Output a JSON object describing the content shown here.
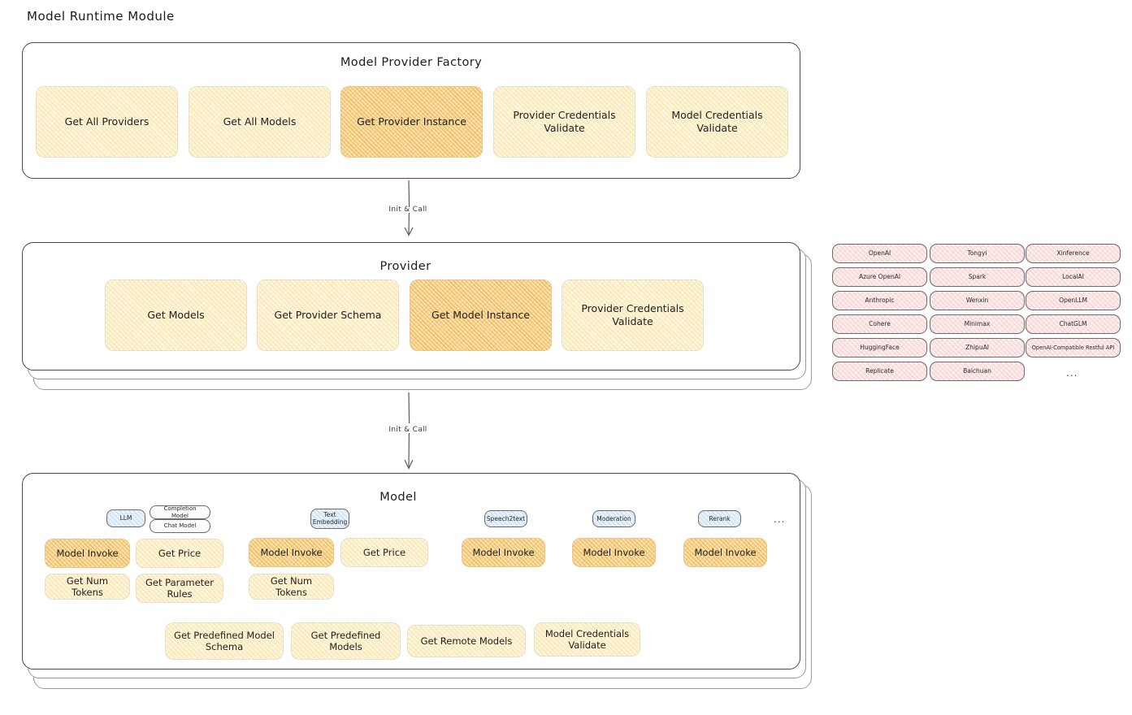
{
  "page": {
    "title": "Model Runtime Module"
  },
  "factory": {
    "title": "Model Provider Factory",
    "nodes": [
      {
        "label": "Get All Providers",
        "highlight": false
      },
      {
        "label": "Get All Models",
        "highlight": false
      },
      {
        "label": "Get Provider Instance",
        "highlight": true
      },
      {
        "label": "Provider Credentials Validate",
        "highlight": false
      },
      {
        "label": "Model Credentials Validate",
        "highlight": false
      }
    ]
  },
  "arrows": {
    "factory_to_provider": "Init & Call",
    "provider_to_model": "Init & Call"
  },
  "provider": {
    "title": "Provider",
    "nodes": [
      {
        "label": "Get Models",
        "highlight": false
      },
      {
        "label": "Get Provider Schema",
        "highlight": false
      },
      {
        "label": "Get Model Instance",
        "highlight": true
      },
      {
        "label": "Provider Credentials Validate",
        "highlight": false
      }
    ]
  },
  "provider_list": {
    "columns": [
      [
        "OpenAI",
        "Azure OpenAI",
        "Anthropic",
        "Cohere",
        "HuggingFace",
        "Replicate"
      ],
      [
        "Tongyi",
        "Spark",
        "Wenxin",
        "Minimax",
        "ZhipuAI",
        "Baichuan"
      ],
      [
        "Xinference",
        "LocalAI",
        "OpenLLM",
        "ChatGLM",
        "OpenAI-Compatible Restful API"
      ]
    ],
    "more": "..."
  },
  "model": {
    "title": "Model",
    "more": "...",
    "types": [
      {
        "name": "LLM",
        "subtypes": [
          "Completion Model",
          "Chat Model"
        ],
        "ops": [
          "Model Invoke",
          "Get Price",
          "Get Num Tokens",
          "Get Parameter Rules"
        ]
      },
      {
        "name": "Text Embedding",
        "subtypes": [],
        "ops": [
          "Model Invoke",
          "Get Price",
          "Get Num Tokens"
        ]
      },
      {
        "name": "Speech2text",
        "subtypes": [],
        "ops": [
          "Model Invoke"
        ]
      },
      {
        "name": "Moderation",
        "subtypes": [],
        "ops": [
          "Model Invoke"
        ]
      },
      {
        "name": "Rerank",
        "subtypes": [],
        "ops": [
          "Model Invoke"
        ]
      }
    ],
    "common_ops": [
      "Get Predefined Model Schema",
      "Get Predefined Models",
      "Get Remote Models",
      "Model Credentials Validate"
    ]
  }
}
